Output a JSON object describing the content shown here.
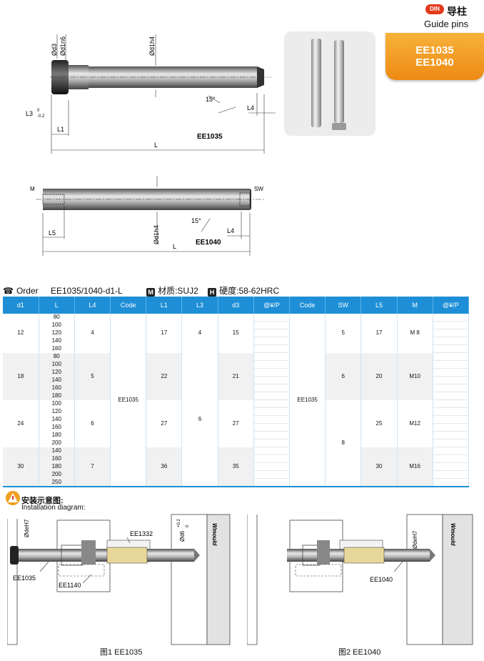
{
  "header": {
    "logo": "DIN",
    "title_cn": "导柱",
    "title_en": "Guide pins",
    "codes": [
      "EE1035",
      "EE1040"
    ]
  },
  "drawing1": {
    "model": "EE1035",
    "labels": [
      "Ød3",
      "Ød1n6",
      "Ød1h4",
      "15°",
      "L3",
      "0",
      "-0.2",
      "L1",
      "L4",
      "L"
    ]
  },
  "drawing2": {
    "model": "EE1040",
    "labels": [
      "M",
      "SW",
      "15°",
      "L5",
      "L4",
      "Ød1h4",
      "L"
    ]
  },
  "order": {
    "label": "Order",
    "pattern": "EE1035/1040-d1-L",
    "material": "材质:SUJ2",
    "hardness": "硬度:58-62HRC",
    "material_badge": "M",
    "hardness_badge": "H"
  },
  "table": {
    "headers": [
      "d1",
      "L",
      "L4",
      "Code",
      "L1",
      "L3",
      "d3",
      "@¥/P",
      "Code",
      "SW",
      "L5",
      "M",
      "@¥/P"
    ],
    "groups": [
      {
        "d1": "12",
        "L": [
          "80",
          "100",
          "120",
          "140",
          "160"
        ],
        "L4": "4",
        "L1": "17",
        "d3": "15",
        "L5": "17",
        "M": "M 8"
      },
      {
        "d1": "18",
        "L": [
          "80",
          "100",
          "120",
          "140",
          "160",
          "180"
        ],
        "L4": "5",
        "L1": "22",
        "d3": "21",
        "L5": "20",
        "M": "M10"
      },
      {
        "d1": "24",
        "L": [
          "100",
          "120",
          "140",
          "160",
          "180",
          "200"
        ],
        "L4": "6",
        "L1": "27",
        "d3": "27",
        "L5": "25",
        "M": "M12"
      },
      {
        "d1": "30",
        "L": [
          "140",
          "160",
          "180",
          "200",
          "250"
        ],
        "L4": "7",
        "L1": "36",
        "d3": "35",
        "L5": "30",
        "M": "M16"
      }
    ],
    "code_left": "EE1035",
    "code_right": "EE1035",
    "l3_value": "4",
    "l3_value2": "6",
    "sw_value": "5",
    "sw_value2": "6",
    "sw_value3": "8"
  },
  "installation": {
    "title_cn": "安装示意图:",
    "title_en": "Installation diagram:",
    "fig1": {
      "labels": [
        "ØdeH7",
        "Ød6",
        "+0.2",
        "0",
        "EE1332",
        "EE1035",
        "EE1140",
        "Wmould"
      ],
      "caption": "图1 EE1035"
    },
    "fig2": {
      "labels": [
        "ØdeH7",
        "EE1040",
        "Wmould"
      ],
      "caption": "图2 EE1040"
    }
  }
}
